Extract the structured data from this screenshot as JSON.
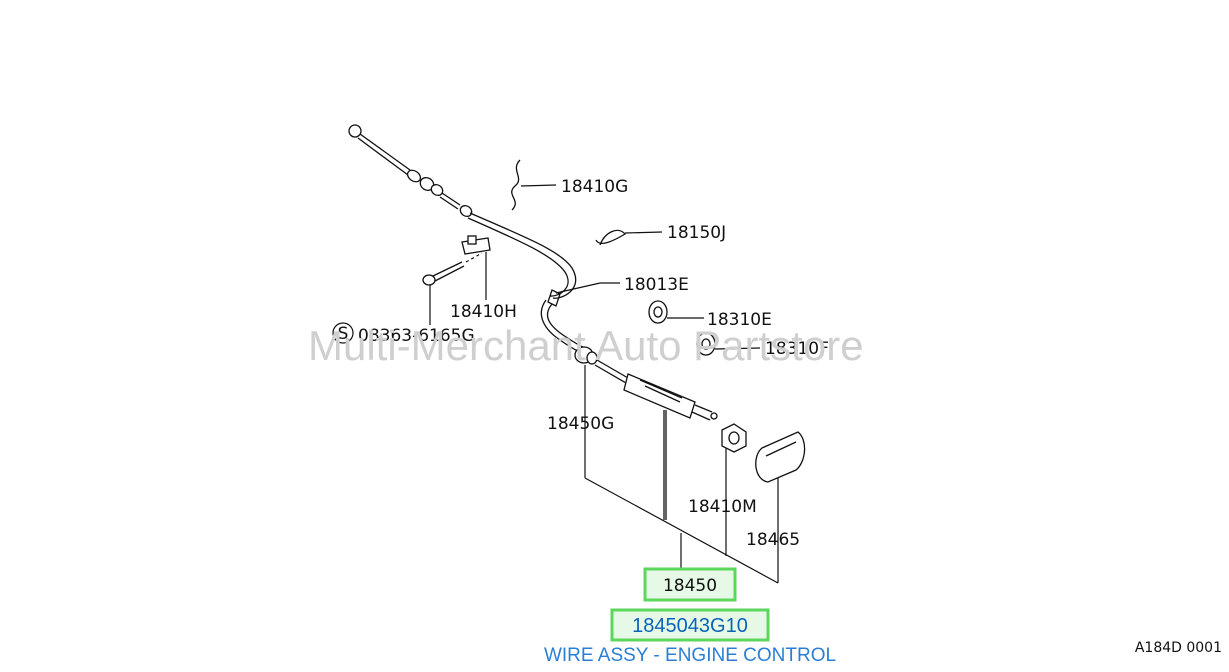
{
  "labels": {
    "p18410G": "18410G",
    "p18150J": "18150J",
    "p18013E": "18013E",
    "p18410H": "18410H",
    "p08363": "08363-6165G",
    "p08363_prefix": "S",
    "p18310E": "18310E",
    "p18310F": "18310F",
    "p18450G": "18450G",
    "p18410M": "18410M",
    "p18465": "18465",
    "p18450": "18450"
  },
  "highlight": {
    "part_number": "1845043G10",
    "description": "WIRE ASSY - ENGINE CONTROL",
    "highlight_color": "#5cd65c",
    "fill_color": "#e6f9e6"
  },
  "watermark": "Multi-Merchant Auto Partstore",
  "diagram_code": "A184D 0001"
}
